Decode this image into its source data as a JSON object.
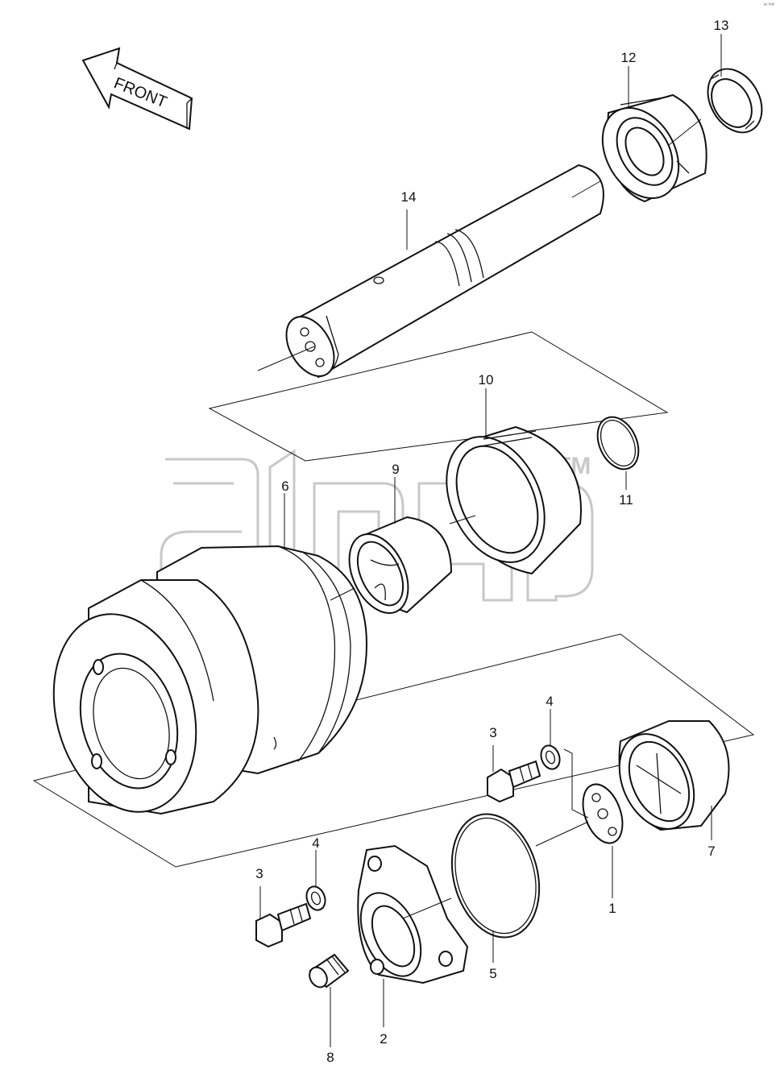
{
  "diagram": {
    "direction_label": "FRONT",
    "watermark_mark": "TM",
    "corner_code": "ᵃⁿ ʰᵒᵇ",
    "parts": [
      {
        "id": "1",
        "label": "1"
      },
      {
        "id": "2",
        "label": "2"
      },
      {
        "id": "3a",
        "label": "3"
      },
      {
        "id": "3b",
        "label": "3"
      },
      {
        "id": "4a",
        "label": "4"
      },
      {
        "id": "4b",
        "label": "4"
      },
      {
        "id": "5",
        "label": "5"
      },
      {
        "id": "6",
        "label": "6"
      },
      {
        "id": "7",
        "label": "7"
      },
      {
        "id": "8",
        "label": "8"
      },
      {
        "id": "9",
        "label": "9"
      },
      {
        "id": "10",
        "label": "10"
      },
      {
        "id": "11",
        "label": "11"
      },
      {
        "id": "12",
        "label": "12"
      },
      {
        "id": "13",
        "label": "13"
      },
      {
        "id": "14",
        "label": "14"
      }
    ]
  }
}
